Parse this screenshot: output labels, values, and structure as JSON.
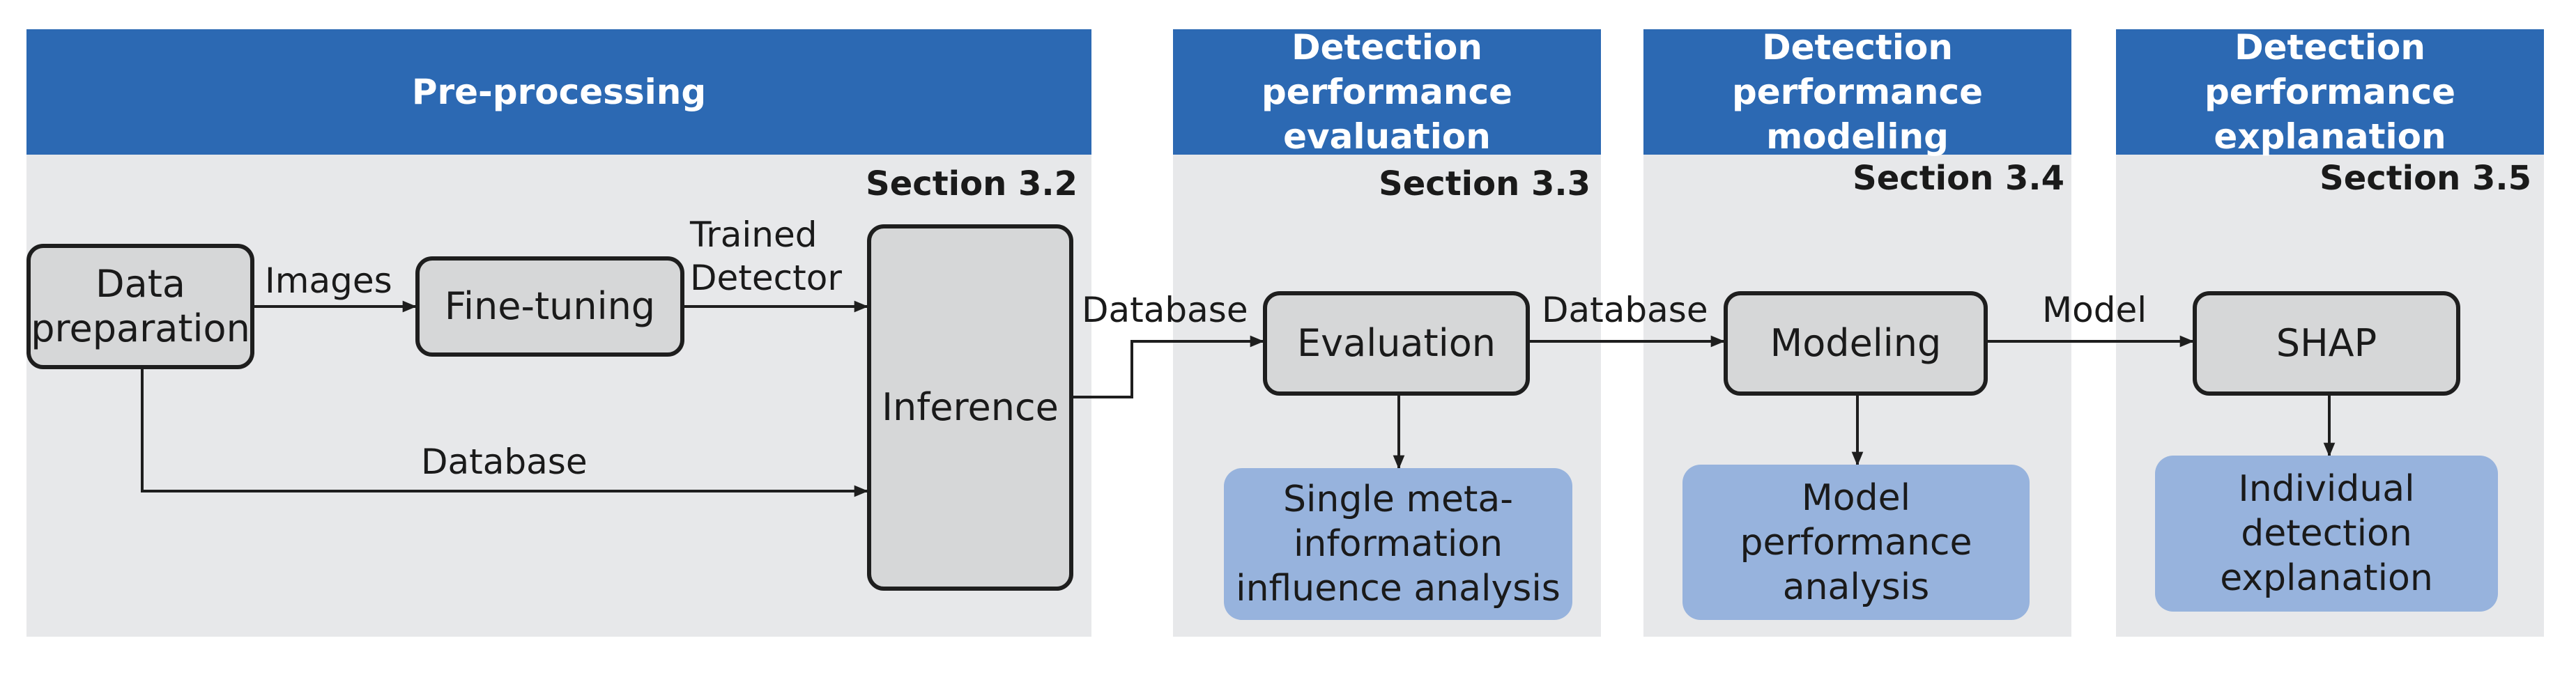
{
  "colors": {
    "header_bg": "#2c69b3",
    "panel_bg": "#e7e8ea",
    "process_box_bg": "#d6d7d8",
    "result_box_bg": "#97b3dd",
    "line": "#1e1e1e"
  },
  "stages": [
    {
      "title": "Pre-processing",
      "section": "Section 3.2"
    },
    {
      "title": "Detection performance\nevaluation",
      "section": "Section 3.3"
    },
    {
      "title": "Detection performance\nmodeling",
      "section": "Section 3.4"
    },
    {
      "title": "Detection performance\nexplanation",
      "section": "Section 3.5"
    }
  ],
  "nodes": {
    "data_preparation": "Data\npreparation",
    "fine_tuning": "Fine-tuning",
    "inference": "Inference",
    "evaluation": "Evaluation",
    "modeling": "Modeling",
    "shap": "SHAP",
    "single_meta_analysis": "Single meta-\ninformation\ninfluence analysis",
    "model_performance_analysis": "Model\nperformance\nanalysis",
    "individual_detection_explanation": "Individual detection\nexplanation"
  },
  "edges": {
    "images": "Images",
    "trained_detector": "Trained\nDetector",
    "database_prep_to_inference": "Database",
    "database_inference_to_evaluation": "Database",
    "database_evaluation_to_modeling": "Database",
    "model": "Model"
  }
}
